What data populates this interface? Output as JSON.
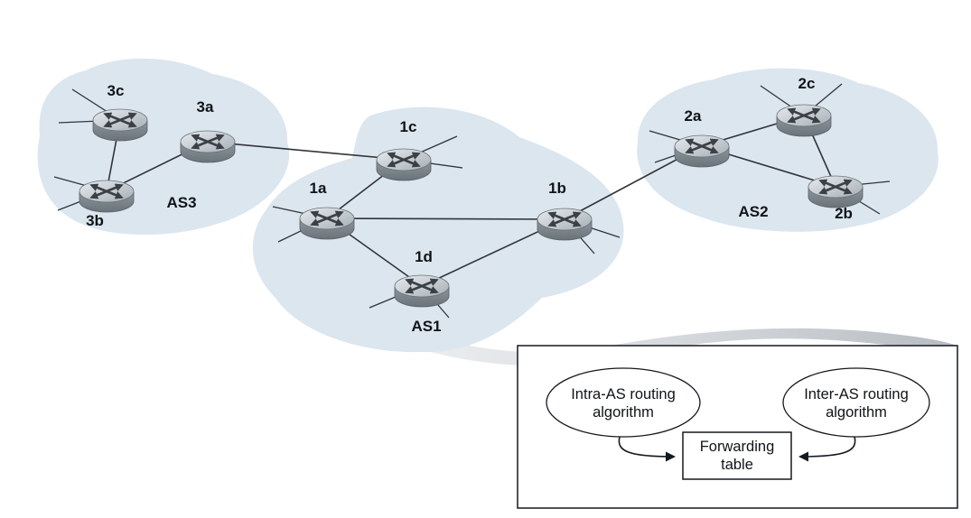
{
  "figure": {
    "description": "Interconnected autonomous systems with intra-AS and inter-AS routing feeding a forwarding table"
  },
  "regions": [
    {
      "id": "AS3",
      "label": "AS3"
    },
    {
      "id": "AS1",
      "label": "AS1"
    },
    {
      "id": "AS2",
      "label": "AS2"
    }
  ],
  "routers": [
    {
      "id": "3c",
      "label": "3c"
    },
    {
      "id": "3a",
      "label": "3a"
    },
    {
      "id": "3b",
      "label": "3b"
    },
    {
      "id": "1c",
      "label": "1c"
    },
    {
      "id": "1a",
      "label": "1a"
    },
    {
      "id": "1d",
      "label": "1d"
    },
    {
      "id": "1b",
      "label": "1b"
    },
    {
      "id": "2a",
      "label": "2a"
    },
    {
      "id": "2c",
      "label": "2c"
    },
    {
      "id": "2b",
      "label": "2b"
    }
  ],
  "links": [
    {
      "from": "3b",
      "to": "3c"
    },
    {
      "from": "3b",
      "to": "3a"
    },
    {
      "from": "3a",
      "to": "1c"
    },
    {
      "from": "1a",
      "to": "1c"
    },
    {
      "from": "1a",
      "to": "1b"
    },
    {
      "from": "1a",
      "to": "1d"
    },
    {
      "from": "1d",
      "to": "1b"
    },
    {
      "from": "1b",
      "to": "2a"
    },
    {
      "from": "2a",
      "to": "2c"
    },
    {
      "from": "2a",
      "to": "2b"
    },
    {
      "from": "2c",
      "to": "2b"
    }
  ],
  "legend": {
    "intra_line1": "Intra-AS routing",
    "intra_line2": "algorithm",
    "inter_line1": "Inter-AS routing",
    "inter_line2": "algorithm",
    "table_line1": "Forwarding",
    "table_line2": "table"
  },
  "colors": {
    "region_fill": "#dce6ef",
    "link_stroke": "#30343a",
    "label_color": "#101418",
    "swoosh_start": "#cdd2d7",
    "swoosh_end": "#b3b9c0"
  }
}
